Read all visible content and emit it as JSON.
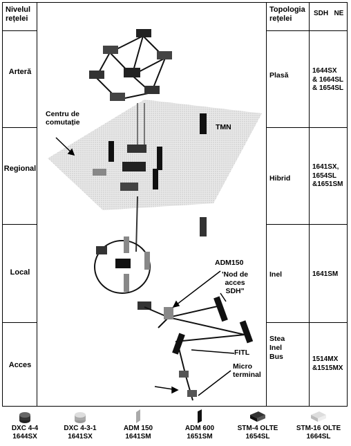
{
  "headers": {
    "level": "Nivelul rețelei",
    "topology": "Topologia rețelei",
    "sdh_ne": "SDH   NE"
  },
  "rows": [
    {
      "level": "Arteră",
      "topology": "Plasă",
      "ne": "1644SX\n& 1664SL\n& 1654SL"
    },
    {
      "level": "Regional",
      "topology": "Hibrid",
      "ne": "1641SX,\n1654SL\n&1651SM"
    },
    {
      "level": "Local",
      "topology": "Inel",
      "ne": "1641SM"
    },
    {
      "level": "Acces",
      "topology": "Stea\nInel\nBus",
      "ne": "1514MX\n&1515MX"
    }
  ],
  "annotations": {
    "switching_center": "Centru de\ncomutație",
    "tmn": "TMN",
    "adm150": "ADM150",
    "sdh_access_node": "'Nod de\nacces\nSDH\"",
    "fitl": "FITL",
    "micro_terminal": "Micro\nterminal"
  },
  "legend": [
    {
      "name": "DXC 4-4",
      "code": "1644SX",
      "icon": "cylinder-dark-icon"
    },
    {
      "name": "DXC 4-3-1",
      "code": "1641SX",
      "icon": "cylinder-light-icon"
    },
    {
      "name": "ADM 150",
      "code": "1641SM",
      "icon": "slab-light-icon"
    },
    {
      "name": "ADM 600",
      "code": "1651SM",
      "icon": "slab-dark-icon"
    },
    {
      "name": "STM-4 OLTE",
      "code": "1654SL",
      "icon": "box-dark-icon"
    },
    {
      "name": "STM-16 OLTE",
      "code": "1664SL",
      "icon": "box-light-icon"
    }
  ]
}
